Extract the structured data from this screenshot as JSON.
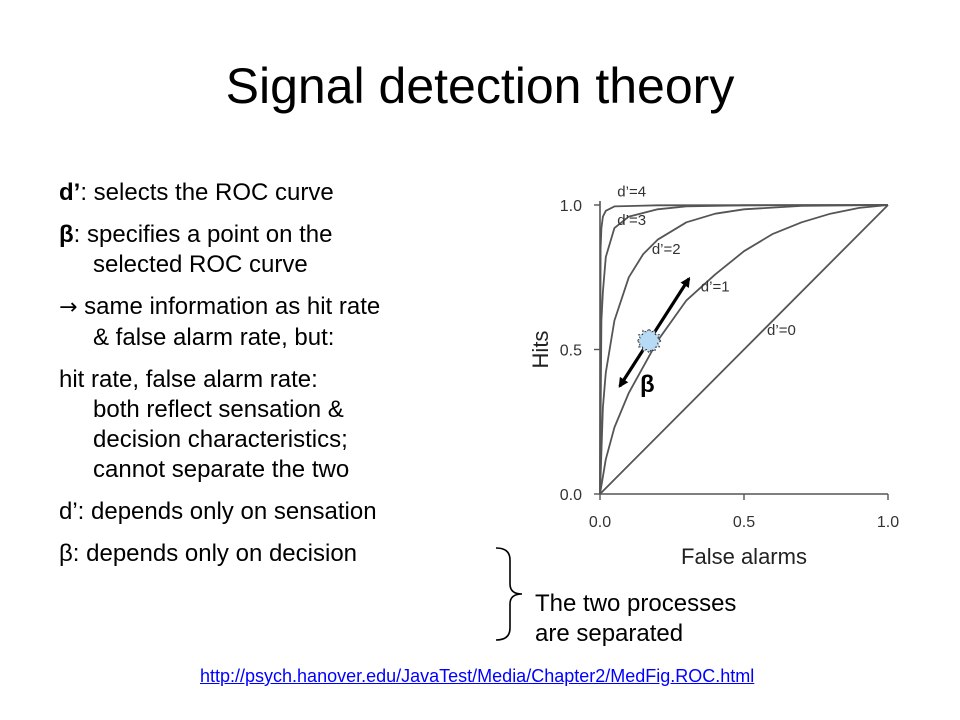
{
  "slide": {
    "title": "Signal detection theory",
    "bullets": [
      {
        "key": "d’",
        "line1": ": selects the ROC curve",
        "cont": []
      },
      {
        "key": "β",
        "line1": ": specifies a point on the",
        "cont": [
          "selected ROC curve"
        ]
      },
      {
        "key": "→",
        "line1": " same information as hit rate",
        "cont": [
          "& false alarm rate, but:"
        ]
      },
      {
        "key": "",
        "line1": "hit rate, false alarm rate:",
        "cont": [
          "both reflect sensation &",
          "decision characteristics;",
          "cannot separate the two"
        ]
      },
      {
        "key": "",
        "line1": "d’: depends only on sensation",
        "cont": []
      },
      {
        "key": "",
        "line1": "β: depends only on decision",
        "cont": []
      }
    ],
    "separated_note": [
      "The two processes",
      "are separated"
    ],
    "link": "http://psych.hanover.edu/JavaTest/Media/Chapter2/MedFig.ROC.html"
  },
  "chart_data": {
    "type": "line",
    "xlabel": "False alarms",
    "ylabel": "Hits",
    "xlim": [
      0,
      1
    ],
    "ylim": [
      0,
      1
    ],
    "x_ticks": [
      "0.0",
      "0.5",
      "1.0"
    ],
    "y_ticks": [
      "0.0",
      "0.5",
      "1.0"
    ],
    "grid": false,
    "series": [
      {
        "name": "d’=0",
        "x": [
          0,
          0.5,
          1
        ],
        "y": [
          0,
          0.5,
          1
        ]
      },
      {
        "name": "d’=1",
        "x": [
          0,
          0.02,
          0.05,
          0.1,
          0.2,
          0.3,
          0.4,
          0.5,
          0.6,
          0.7,
          0.8,
          0.9,
          1
        ],
        "y": [
          0,
          0.12,
          0.23,
          0.35,
          0.53,
          0.67,
          0.76,
          0.84,
          0.9,
          0.94,
          0.97,
          0.99,
          1
        ]
      },
      {
        "name": "d’=2",
        "x": [
          0,
          0.01,
          0.02,
          0.05,
          0.1,
          0.15,
          0.2,
          0.3,
          0.4,
          0.5,
          0.7,
          1
        ],
        "y": [
          0,
          0.3,
          0.42,
          0.6,
          0.75,
          0.83,
          0.88,
          0.94,
          0.97,
          0.985,
          0.997,
          1
        ]
      },
      {
        "name": "d’=3",
        "x": [
          0,
          0.005,
          0.01,
          0.02,
          0.05,
          0.1,
          0.2,
          0.3,
          0.5,
          1
        ],
        "y": [
          0,
          0.6,
          0.7,
          0.82,
          0.92,
          0.96,
          0.985,
          0.995,
          0.999,
          1
        ]
      },
      {
        "name": "d’=4",
        "x": [
          0,
          0.002,
          0.005,
          0.01,
          0.02,
          0.05,
          0.2,
          1
        ],
        "y": [
          0,
          0.85,
          0.92,
          0.96,
          0.98,
          0.995,
          0.999,
          1
        ]
      }
    ],
    "annotations": [
      {
        "text": "β",
        "type": "double-arrow-tangent",
        "point": {
          "x": 0.17,
          "y": 0.53
        },
        "slope": 1.55
      }
    ],
    "colors": {
      "line": "#555555",
      "marker_fill": "#b7dbf5",
      "marker_stroke": "#333333",
      "arrow": "#000000"
    }
  }
}
